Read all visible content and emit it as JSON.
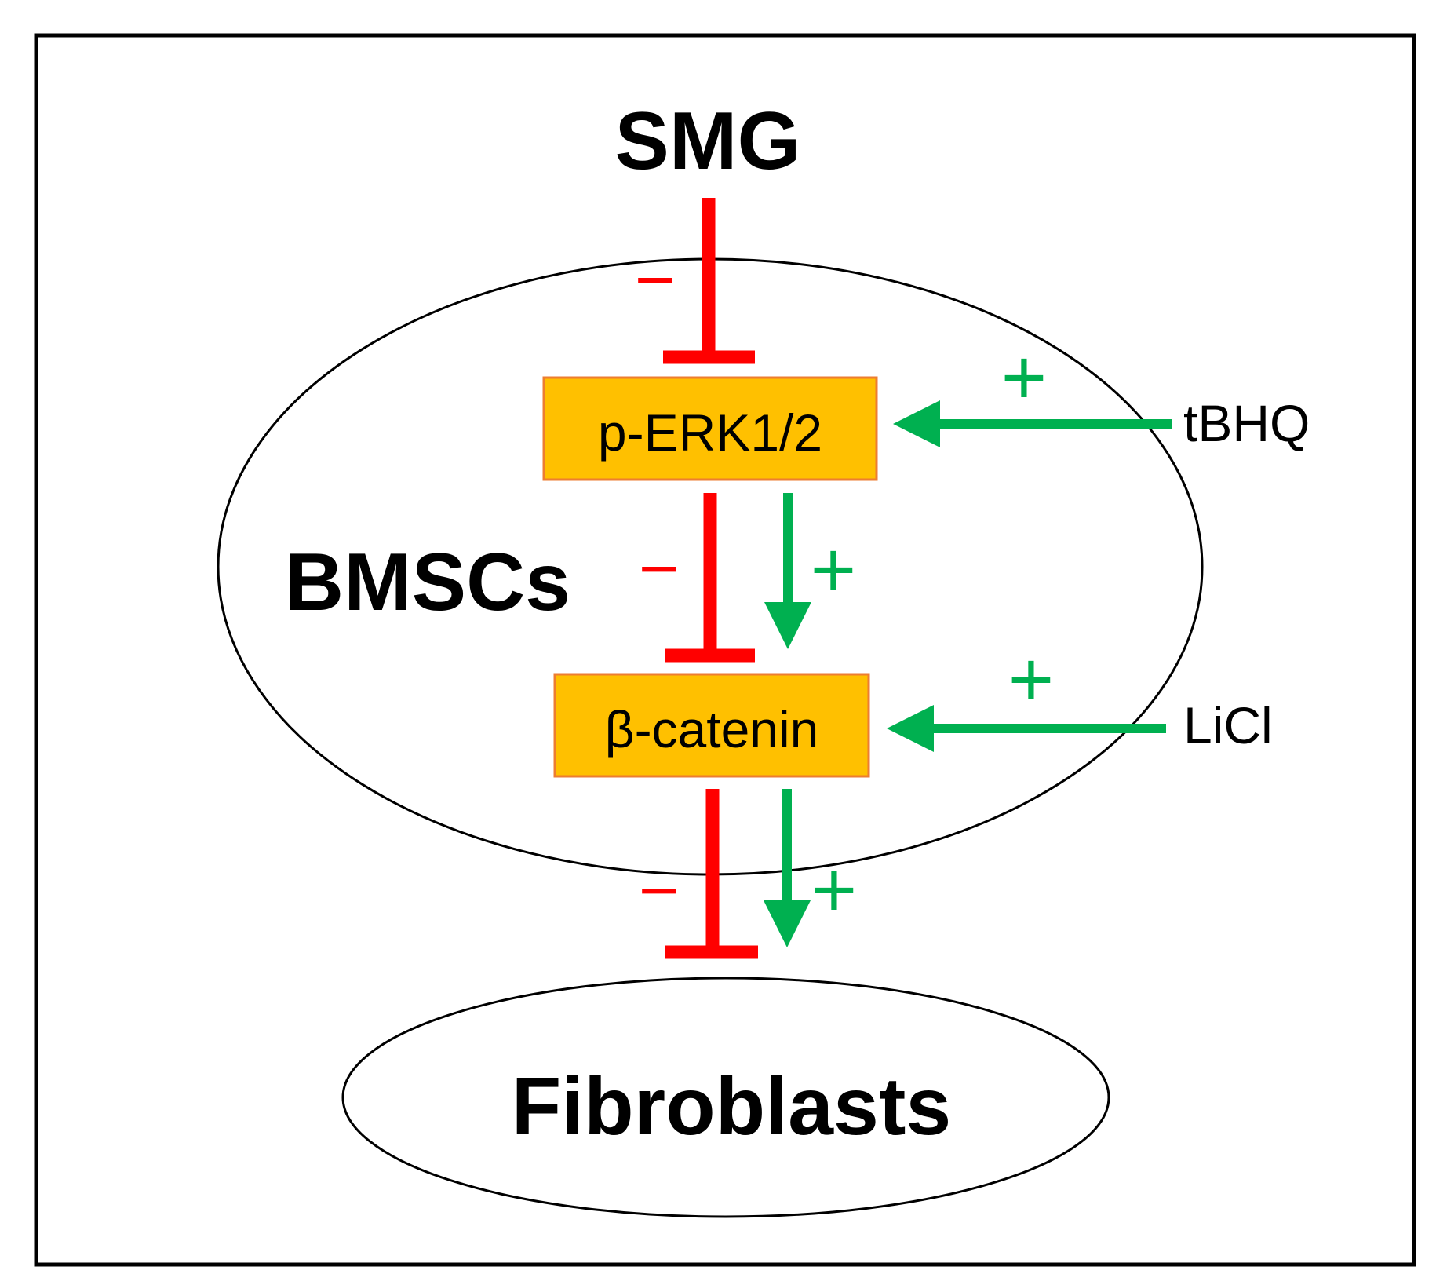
{
  "diagram": {
    "top_stimulus": "SMG",
    "cell_label": "BMSCs",
    "target_label": "Fibroblasts",
    "node_erk": "p-ERK1/2",
    "node_catenin": "β-catenin",
    "activator_erk": "tBHQ",
    "activator_catenin": "LiCl",
    "inhibit_sign": "−",
    "activate_sign": "+"
  },
  "colors": {
    "inhibit": "#ff0000",
    "activate": "#00b050",
    "node_fill": "#ffc000",
    "node_border": "#ed7d31",
    "outline": "#000000"
  },
  "edges": [
    {
      "from": "SMG",
      "to": "p-ERK1/2",
      "type": "inhibition",
      "sign": "−"
    },
    {
      "from": "tBHQ",
      "to": "p-ERK1/2",
      "type": "activation",
      "sign": "+"
    },
    {
      "from": "p-ERK1/2",
      "to": "β-catenin",
      "type": "inhibition",
      "sign": "−"
    },
    {
      "from": "p-ERK1/2",
      "to": "β-catenin",
      "type": "activation",
      "sign": "+"
    },
    {
      "from": "LiCl",
      "to": "β-catenin",
      "type": "activation",
      "sign": "+"
    },
    {
      "from": "β-catenin",
      "to": "Fibroblasts",
      "type": "inhibition",
      "sign": "−"
    },
    {
      "from": "β-catenin",
      "to": "Fibroblasts",
      "type": "activation",
      "sign": "+"
    }
  ]
}
